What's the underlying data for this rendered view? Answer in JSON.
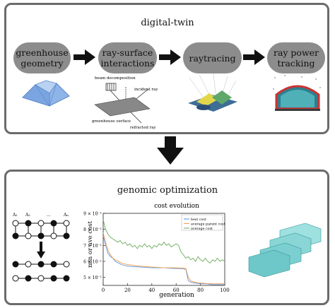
{
  "top_panel": {
    "title": "digital-twin",
    "steps": [
      {
        "label": "greenhouse geometry"
      },
      {
        "label": "ray-surface interactions"
      },
      {
        "label": "raytracing"
      },
      {
        "label": "ray power tracking"
      }
    ],
    "interaction_labels": {
      "beam": "beam decomposition",
      "incident": "incident ray",
      "surface": "greenhouse surface",
      "refracted": "refracted ray"
    }
  },
  "bottom_panel": {
    "title": "genomic optimization",
    "genome_labels": {
      "a1": "A₁",
      "a2": "A₂",
      "dots": "...",
      "an": "Aₙ"
    }
  },
  "chart_data": {
    "type": "line",
    "title": "cost evolution",
    "xlabel": "generation",
    "ylabel": "min or ave cost",
    "xlim": [
      0,
      100
    ],
    "ylim": [
      0.45,
      0.9
    ],
    "x_ticks": [
      "0",
      "20",
      "40",
      "60",
      "80",
      "100"
    ],
    "y_ticks": [
      {
        "v": 0.9,
        "label": "9 × 10⁻¹"
      },
      {
        "v": 0.8,
        "label": "8 × 10⁻¹"
      },
      {
        "v": 0.7,
        "label": "7 × 10⁻¹"
      },
      {
        "v": 0.6,
        "label": "6 × 10⁻¹"
      },
      {
        "v": 0.5,
        "label": "5 × 10⁻¹"
      }
    ],
    "legend_position": "top-right",
    "series": [
      {
        "name": "best cost",
        "color": "#5b8fd6",
        "x": [
          0,
          2,
          4,
          6,
          8,
          10,
          15,
          20,
          30,
          40,
          50,
          60,
          65,
          68,
          70,
          72,
          75,
          80,
          85,
          90,
          95,
          100
        ],
        "y": [
          0.76,
          0.7,
          0.65,
          0.63,
          0.62,
          0.6,
          0.58,
          0.57,
          0.565,
          0.56,
          0.56,
          0.555,
          0.555,
          0.55,
          0.48,
          0.47,
          0.465,
          0.46,
          0.46,
          0.455,
          0.455,
          0.455
        ]
      },
      {
        "name": "average parent cost",
        "color": "#f0a050",
        "x": [
          0,
          2,
          4,
          6,
          8,
          10,
          15,
          20,
          30,
          40,
          50,
          60,
          65,
          68,
          70,
          72,
          75,
          80,
          85,
          90,
          95,
          100
        ],
        "y": [
          0.78,
          0.72,
          0.67,
          0.64,
          0.62,
          0.61,
          0.59,
          0.58,
          0.57,
          0.565,
          0.56,
          0.56,
          0.558,
          0.555,
          0.5,
          0.48,
          0.47,
          0.465,
          0.462,
          0.46,
          0.46,
          0.46
        ]
      },
      {
        "name": "average cost",
        "color": "#6aaa5a",
        "x": [
          0,
          2,
          4,
          6,
          8,
          10,
          12,
          14,
          16,
          18,
          20,
          22,
          24,
          26,
          28,
          30,
          32,
          34,
          36,
          38,
          40,
          42,
          44,
          46,
          48,
          50,
          52,
          54,
          56,
          58,
          60,
          62,
          64,
          66,
          68,
          70,
          72,
          74,
          76,
          78,
          80,
          82,
          84,
          86,
          88,
          90,
          92,
          94,
          96,
          98,
          100
        ],
        "y": [
          0.86,
          0.8,
          0.77,
          0.75,
          0.74,
          0.73,
          0.72,
          0.73,
          0.71,
          0.72,
          0.7,
          0.71,
          0.69,
          0.7,
          0.68,
          0.7,
          0.69,
          0.71,
          0.69,
          0.7,
          0.68,
          0.7,
          0.69,
          0.71,
          0.7,
          0.72,
          0.7,
          0.71,
          0.69,
          0.7,
          0.71,
          0.7,
          0.66,
          0.64,
          0.62,
          0.63,
          0.61,
          0.62,
          0.6,
          0.63,
          0.61,
          0.6,
          0.62,
          0.6,
          0.59,
          0.61,
          0.6,
          0.62,
          0.6,
          0.61,
          0.6
        ]
      }
    ]
  },
  "colors": {
    "panel_border": "#6b6b6b",
    "pill_fill": "#8c8c8c",
    "arrow": "#111111"
  }
}
